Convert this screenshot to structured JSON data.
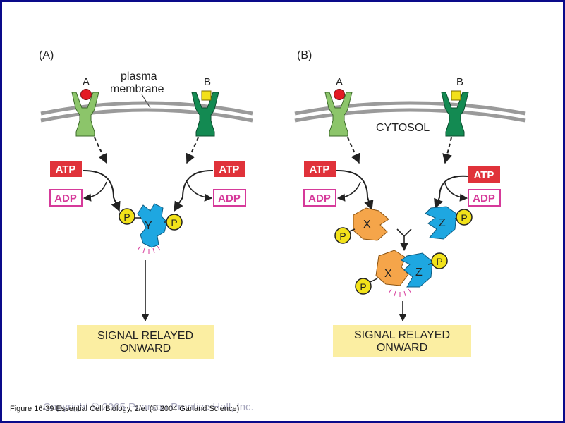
{
  "colors": {
    "background": "#ffffff",
    "border": "#0a0a8a",
    "membrane": "#9a9a9a",
    "receptor_a": "#8cc56a",
    "receptor_b": "#138a52",
    "ligand_a": "#e31b23",
    "ligand_b": "#f2e01a",
    "atp_fill": "#e0323a",
    "adp_border": "#d63a9a",
    "protein_x": "#f5a54a",
    "protein_yz": "#1ea7e1",
    "phosphate": "#f2e21a",
    "signal_box": "#fbeea2"
  },
  "panel_a": {
    "label": "(A)",
    "receptor_a_label": "A",
    "receptor_b_label": "B",
    "membrane_label_line1": "plasma",
    "membrane_label_line2": "membrane",
    "atp_left": "ATP",
    "adp_left": "ADP",
    "atp_right": "ATP",
    "adp_right": "ADP",
    "protein_label": "Y",
    "phosphate_left": "P",
    "phosphate_right": "P",
    "signal_line1": "SIGNAL RELAYED",
    "signal_line2": "ONWARD"
  },
  "panel_b": {
    "label": "(B)",
    "receptor_a_label": "A",
    "receptor_b_label": "B",
    "cytosol_label": "CYTOSOL",
    "atp_left": "ATP",
    "adp_left": "ADP",
    "atp_right": "ATP",
    "adp_right": "ADP",
    "protein_x_label": "X",
    "protein_z_label": "Z",
    "phosphate_x": "P",
    "phosphate_z": "P",
    "complex_x_label": "X",
    "complex_z_label": "Z",
    "complex_phosphate_x": "P",
    "complex_phosphate_z": "P",
    "signal_line1": "SIGNAL RELAYED",
    "signal_line2": "ONWARD"
  },
  "caption": "Figure 16-39 Essential Cell Biology, 2/e. (© 2004 Garland Science)",
  "copyright": "Copyright © 2005 Pearson Prentice Hall, Inc."
}
